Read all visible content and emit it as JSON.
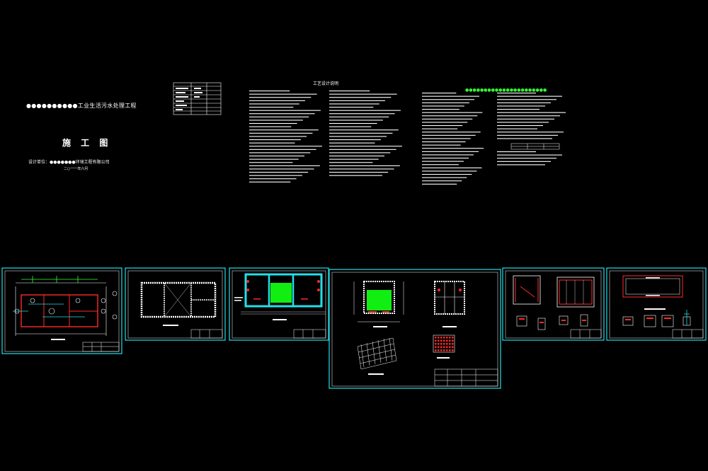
{
  "cover": {
    "title": "●●●●●●●●●●工业生活污水处理工程",
    "subtitle": "施 工 图",
    "design_unit": "设计单位：●●●●●●●环境工程有限公司",
    "date": "二○一一年六月"
  },
  "spec": {
    "title": "工艺设计说明"
  },
  "spec2": {
    "title": "●●●●●●●●●●●●●●●●●●●●●●"
  },
  "colors": {
    "background": "#000000",
    "frame": "#22e0e8",
    "line": "#ffffff",
    "red": "#ff2a2a",
    "green": "#11ee11",
    "cyan": "#00ffff"
  }
}
